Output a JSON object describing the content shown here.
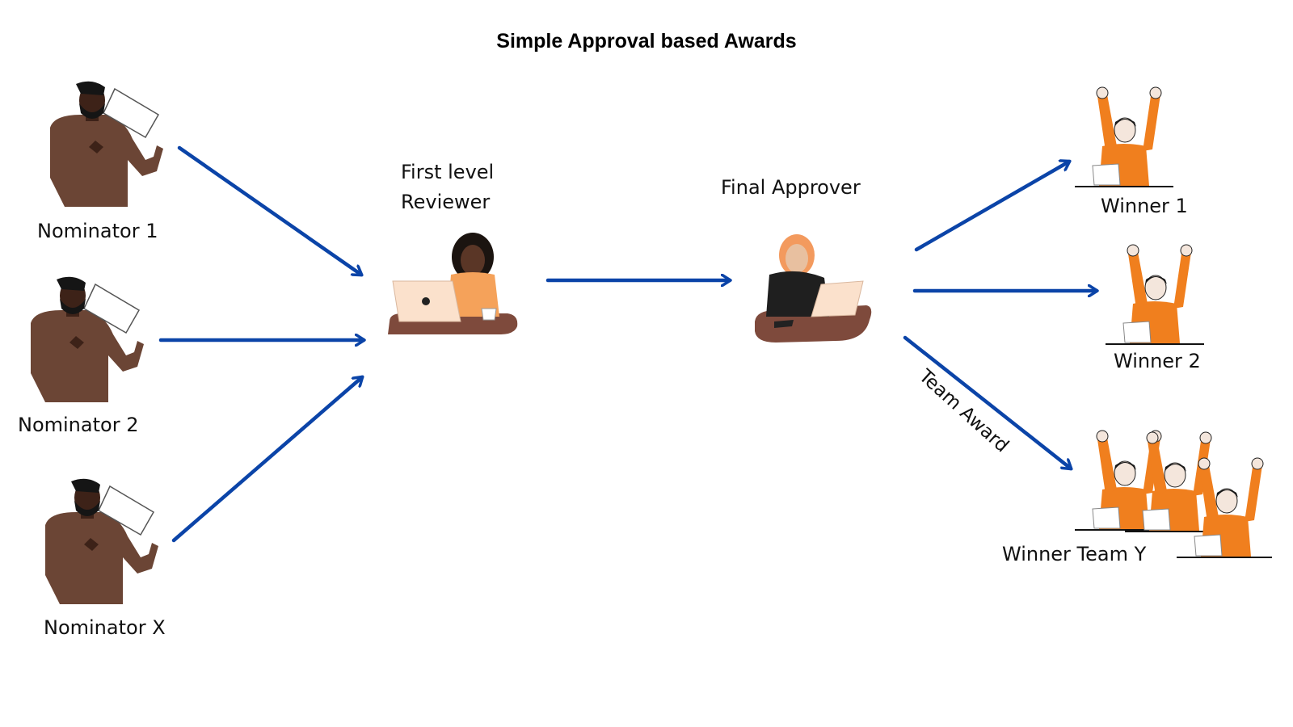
{
  "title": "Simple Approval based Awards",
  "nominators": [
    "Nominator 1",
    "Nominator 2",
    "Nominator X"
  ],
  "reviewer": {
    "line1": "First level",
    "line2": "Reviewer"
  },
  "approver": "Final Approver",
  "winners": [
    "Winner 1",
    "Winner 2",
    "Winner Team Y"
  ],
  "edge_label": "Team Award",
  "colors": {
    "arrow": "#0b44a8",
    "nominator_sweater": "#6b4535",
    "skin_dark": "#3d2218",
    "winner_shirt": "#f07f1e",
    "desk": "#7e4a3c",
    "laptop": "#fbe1cc",
    "reviewer_top": "#f5a25a",
    "approver_top": "#1f1f1f"
  }
}
